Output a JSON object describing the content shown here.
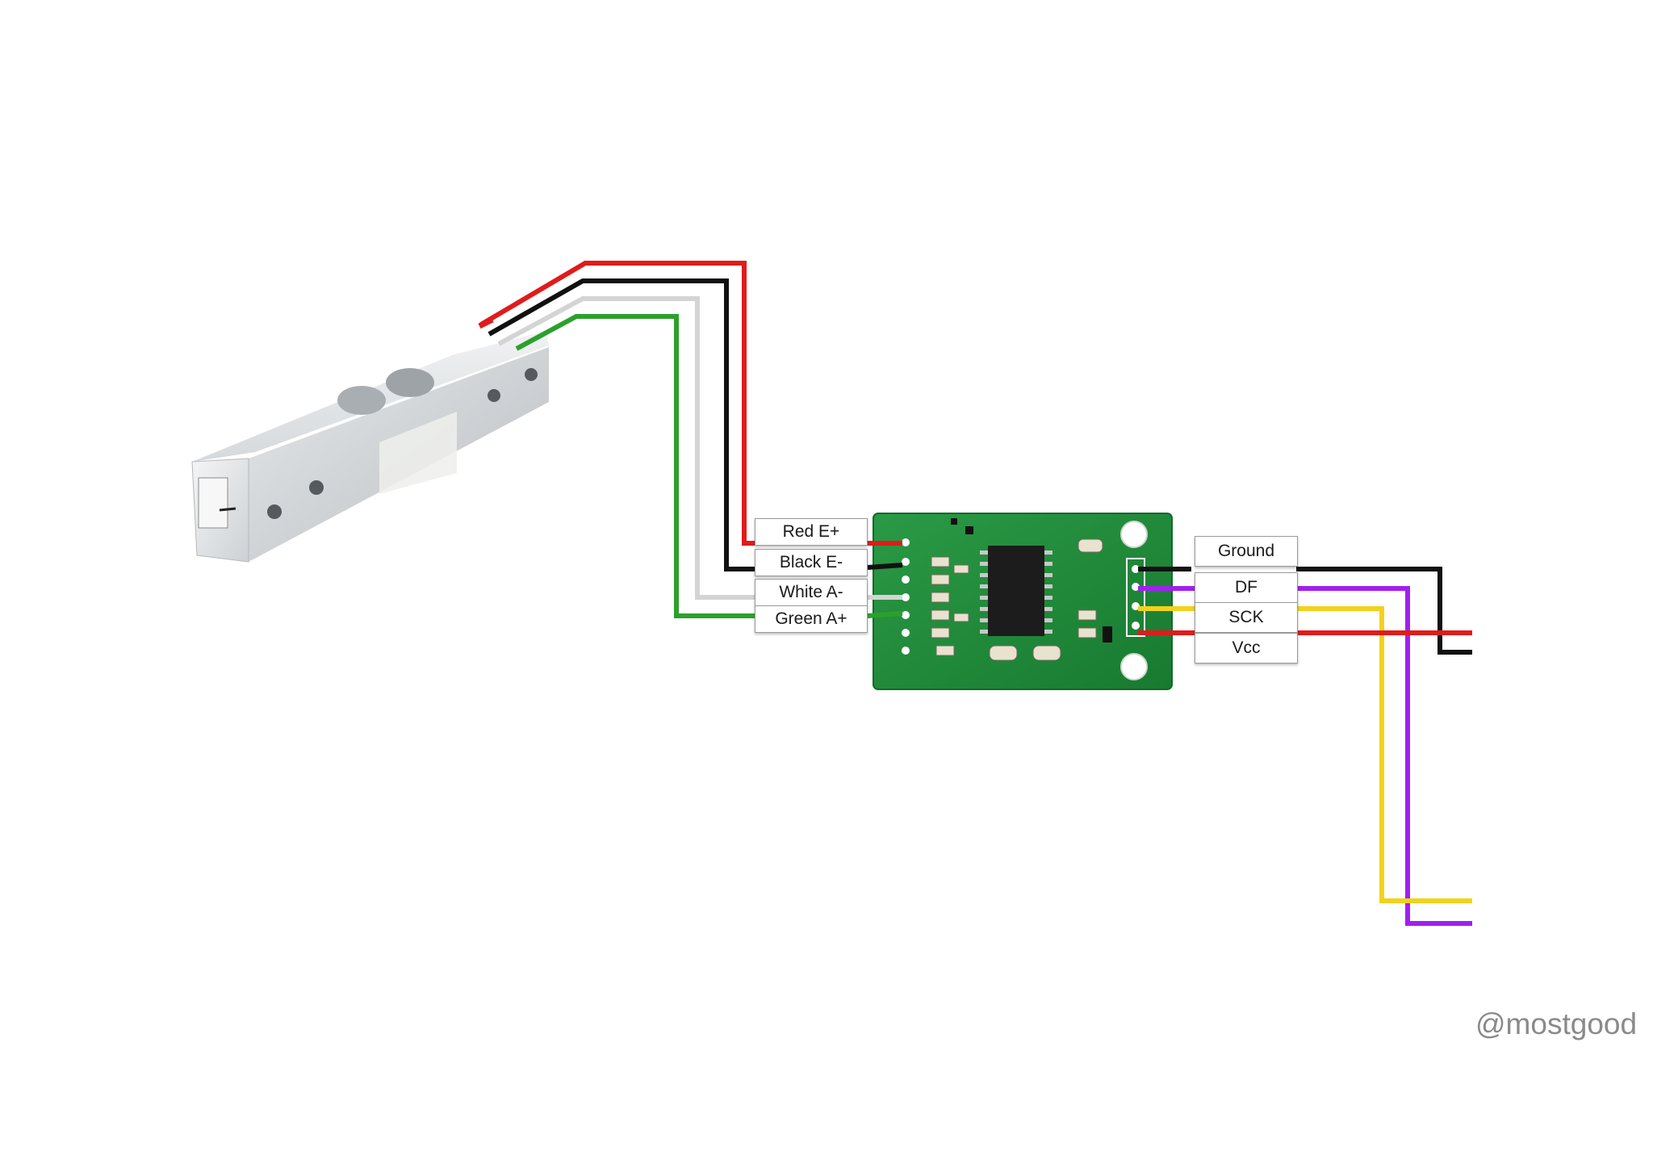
{
  "load_cell_labels": [
    {
      "text": "Red E+",
      "color": "#e01b1b"
    },
    {
      "text": "Black E-",
      "color": "#111111"
    },
    {
      "text": "White A-",
      "color": "#d0d0d0"
    },
    {
      "text": "Green A+",
      "color": "#2ca02c"
    }
  ],
  "output_labels": [
    {
      "text": "Ground",
      "color": "#111111"
    },
    {
      "text": "DF",
      "color": "#a020f0"
    },
    {
      "text": "SCK",
      "color": "#f2d21b"
    },
    {
      "text": "Vcc",
      "color": "#e01b1b"
    }
  ],
  "watermark": "@mostgood",
  "colors": {
    "pcb": "#1f8a3a",
    "load_cell_metal": "#d9dcdf"
  }
}
